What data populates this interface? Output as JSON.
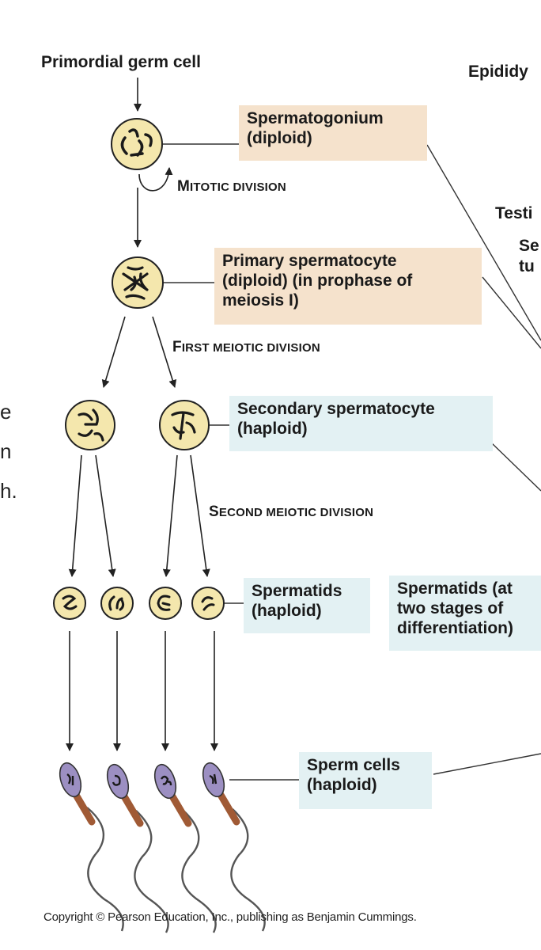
{
  "title": "Primordial germ cell",
  "right_labels": {
    "top": "Epididy",
    "testis": "Testi",
    "seminiferous_1": "Se",
    "seminiferous_2": "tu"
  },
  "edge_text": [
    "e",
    "n",
    "h."
  ],
  "steps": {
    "mitotic": {
      "first": "M",
      "rest": "ITOTIC DIVISION"
    },
    "first_meiotic": {
      "first": "F",
      "rest": "IRST MEIOTIC DIVISION"
    },
    "second_meiotic": {
      "first": "S",
      "rest": "ECOND MEIOTIC DIVISION"
    }
  },
  "boxes": {
    "spermatogonium": [
      "Spermatogonium",
      "(diploid)"
    ],
    "primary": [
      "Primary spermatocyte",
      "(diploid) (in prophase of",
      "meiosis I)"
    ],
    "secondary": [
      "Secondary spermatocyte",
      "(haploid)"
    ],
    "spermatids": [
      "Spermatids",
      "(haploid)"
    ],
    "spermatids_stages": [
      "Spermatids (at",
      "two stages of",
      "differentiation)"
    ],
    "sperm": [
      "Sperm cells",
      "(haploid)"
    ]
  },
  "copyright": "Copyright © Pearson Education, Inc., publishing as Benjamin Cummings.",
  "colors": {
    "cell_fill": "#f4e7ad",
    "diploid_box": "#f5e2cc",
    "haploid_box": "#e3f1f3",
    "sperm_head": "#9c8fc2",
    "sperm_midpiece": "#a05a35",
    "chromosome": "#1a1a1a"
  }
}
